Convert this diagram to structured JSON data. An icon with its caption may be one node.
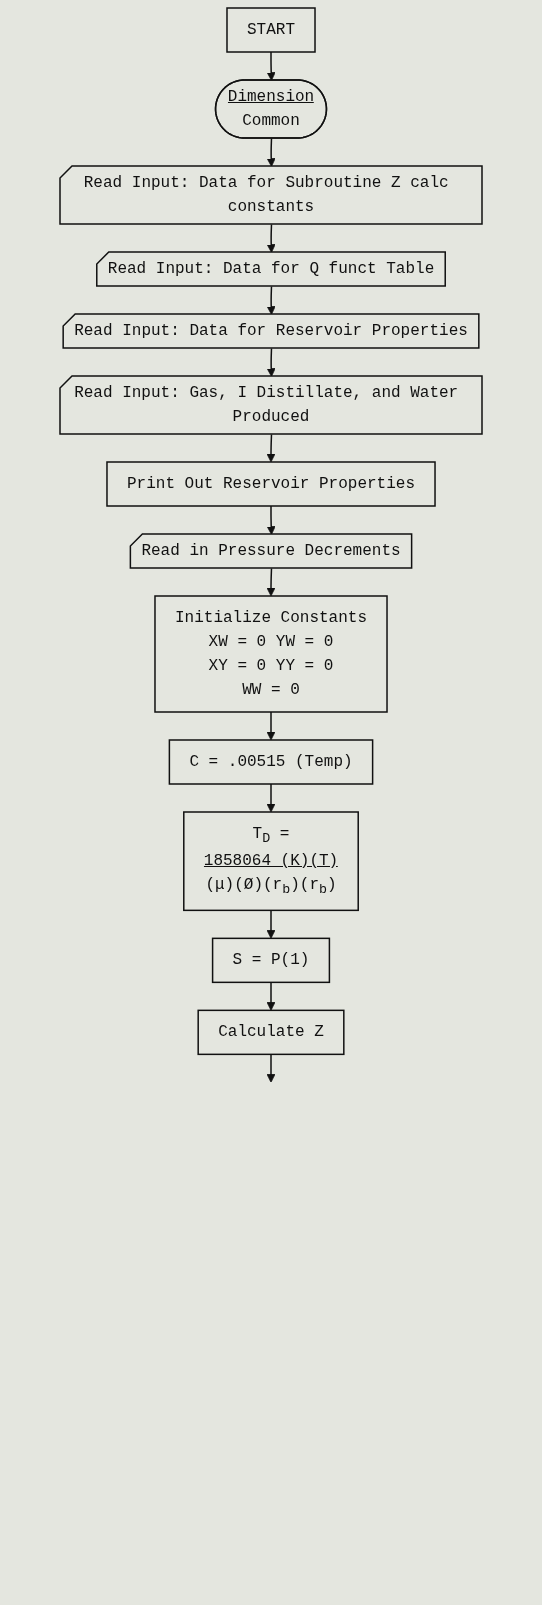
{
  "diagram": {
    "nodes": [
      {
        "text": [
          "START"
        ]
      },
      {
        "text": [
          "Dimension",
          "Common"
        ]
      },
      {
        "text": [
          "Read Input: Data for Subroutine Z calc constants"
        ]
      },
      {
        "text": [
          "Read Input: Data for Q funct Table"
        ]
      },
      {
        "text": [
          "Read Input: Data for Reservoir Properties"
        ]
      },
      {
        "text": [
          "Read Input: Gas, I Distillate, and Water Produced"
        ]
      },
      {
        "text": [
          "Print Out Reservoir Properties"
        ]
      },
      {
        "text": [
          "Read in Pressure Decrements"
        ]
      },
      {
        "text": [
          "Initialize Constants",
          "XW = 0 YW = 0",
          "XY = 0 YY = 0",
          "WW = 0"
        ]
      },
      {
        "text": [
          "C = .00515 (Temp)"
        ]
      },
      {
        "text": [
          "T$_{D}$ =",
          "1858064 (K)(T)",
          "(μ)(Ø)(r$_{b}$)(r$_{b}$)"
        ]
      },
      {
        "text": [
          "S = P(1)"
        ]
      },
      {
        "text": [
          "Calculate Z"
        ]
      }
    ],
    "edges": [
      {
        "from": 0,
        "to": 1,
        "arrow": "to"
      },
      {
        "from": 1,
        "to": 2,
        "arrow": "to"
      },
      {
        "from": 2,
        "to": 3,
        "arrow": "to"
      },
      {
        "from": 3,
        "to": 4,
        "arrow": "to"
      },
      {
        "from": 4,
        "to": 5,
        "arrow": "to"
      },
      {
        "from": 5,
        "to": 6,
        "arrow": "to"
      },
      {
        "from": 6,
        "to": 7,
        "arrow": "to"
      },
      {
        "from": 7,
        "to": 8,
        "arrow": "to"
      },
      {
        "from": 8,
        "to": 9,
        "arrow": "to"
      },
      {
        "from": 9,
        "to": 10,
        "arrow": "to"
      },
      {
        "from": 10,
        "to": 11,
        "arrow": "to"
      },
      {
        "from": 11,
        "to": 12,
        "arrow": "to"
      },
      {
        "from": 12,
        "to": null,
        "arrow": "to"
      }
    ]
  }
}
